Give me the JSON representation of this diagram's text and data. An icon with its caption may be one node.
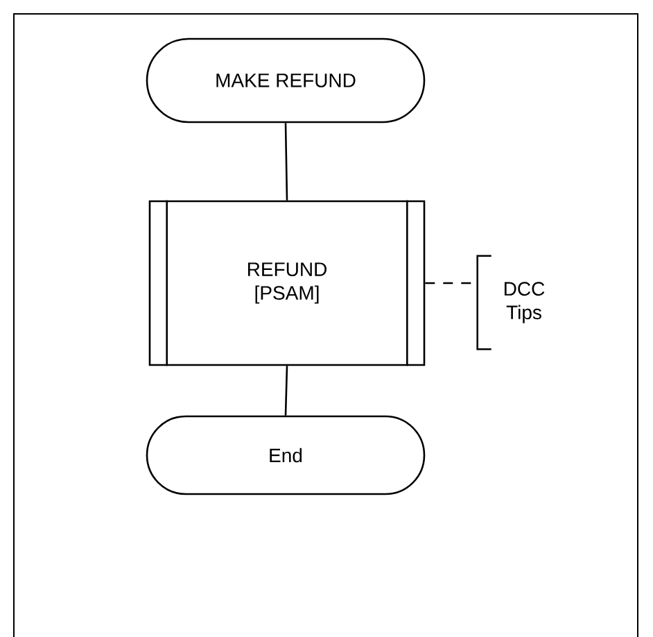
{
  "diagram": {
    "nodes": [
      {
        "text": [
          "MAKE REFUND"
        ]
      },
      {
        "text": [
          "REFUND [PSAM]"
        ]
      },
      {
        "text": [
          "End"
        ]
      },
      {
        "text": [
          "DCC Tips"
        ]
      }
    ],
    "edges": [
      {
        "from": 0,
        "to": 1,
        "arrow": "none"
      },
      {
        "from": 1,
        "to": 2,
        "arrow": "none"
      },
      {
        "from": 1,
        "to": 3,
        "arrow": "none",
        "style": "dashed"
      }
    ]
  }
}
